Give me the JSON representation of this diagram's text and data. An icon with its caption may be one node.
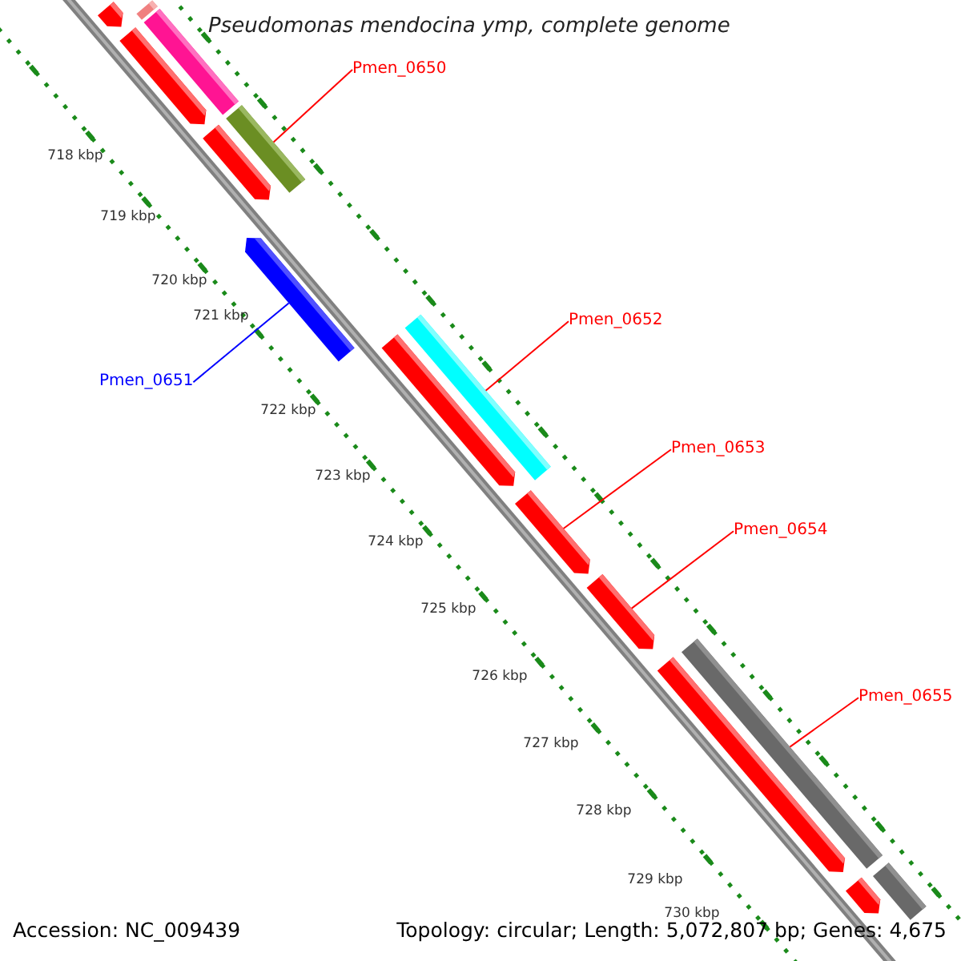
{
  "diagram": {
    "title": "Pseudomonas mendocina ymp, complete genome",
    "nodes": [
      {
        "text": [],
        "shape": "bar"
      },
      {
        "text": [],
        "shape": "bar"
      },
      {
        "text": [],
        "shape": "bar"
      },
      {
        "text": [],
        "shape": "bar"
      },
      {
        "text": [],
        "shape": "bar"
      },
      {
        "text": [],
        "shape": "bar"
      },
      {
        "text": [],
        "shape": "bar"
      },
      {
        "text": [],
        "shape": "bar"
      },
      {
        "text": [],
        "shape": "bar"
      },
      {
        "text": [],
        "shape": "bar"
      },
      {
        "text": [],
        "shape": "bar"
      },
      {
        "text": [],
        "shape": "bar"
      },
      {
        "text": [],
        "shape": "bar"
      },
      {
        "text": [],
        "shape": "bar"
      },
      {
        "text": [],
        "shape": "bar"
      },
      {
        "text": [
          "Pmen_0650"
        ]
      },
      {
        "text": [
          "Pmen_0651"
        ]
      },
      {
        "text": [
          "Pmen_0652"
        ]
      },
      {
        "text": [
          "Pmen_0653"
        ]
      },
      {
        "text": [
          "Pmen_0654"
        ]
      },
      {
        "text": [
          "Pmen_0655"
        ]
      }
    ],
    "edges": [
      {
        "from": 15,
        "to": 5,
        "arrow": "none"
      },
      {
        "from": 16,
        "to": 6,
        "arrow": "none",
        "color": "#0000ff"
      },
      {
        "from": 17,
        "to": 8,
        "arrow": "none"
      },
      {
        "from": 18,
        "to": 9,
        "arrow": "none"
      },
      {
        "from": 19,
        "to": 10,
        "arrow": "none"
      },
      {
        "from": 20,
        "to": 12,
        "arrow": "none"
      }
    ],
    "labels": [
      "718 kbp",
      "719 kbp",
      "720 kbp",
      "721 kbp",
      "722 kbp",
      "723 kbp",
      "724 kbp",
      "725 kbp",
      "726 kbp",
      "727 kbp",
      "728 kbp",
      "729 kbp",
      "730 kbp",
      "Accession: NC_009439",
      "Topology: circular; Length: 5,072,807 bp; Genes: 4,675"
    ]
  }
}
